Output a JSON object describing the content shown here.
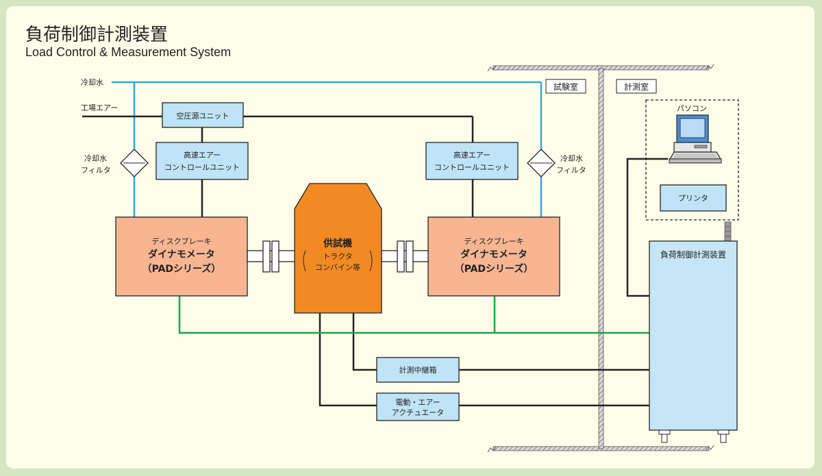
{
  "title": "負荷制御計測装置",
  "subtitle": "Load Control & Measurement System",
  "inputs": {
    "cooling_water": "冷却水",
    "factory_air": "工場エアー"
  },
  "rooms": {
    "test_room": "試験室",
    "measurement_room": "計測室"
  },
  "units": {
    "air_source": "空圧源ユニット",
    "hs_air_ctrl_left": [
      "高速エアー",
      "コントロールユニット"
    ],
    "hs_air_ctrl_right": [
      "高速エアー",
      "コントロールユニット"
    ],
    "filter_left": [
      "冷却水",
      "フィルタ"
    ],
    "filter_right": [
      "冷却水",
      "フィルタ"
    ],
    "dyno_left": [
      "ディスクブレーキ",
      "ダイナモメータ",
      "（PADシリーズ）"
    ],
    "dyno_right": [
      "ディスクブレーキ",
      "ダイナモメータ",
      "（PADシリーズ）"
    ],
    "test_machine": [
      "供試機",
      "トラクタ",
      "コンバイン等"
    ],
    "relay_box": "計測中継箱",
    "actuator": [
      "電動・エアー",
      "アクチュエータ"
    ],
    "pc": "パソコン",
    "printer": "プリンタ",
    "controller": "負荷制御計測装置"
  },
  "colors": {
    "water": "#29abe2",
    "signal": "#1ba34a",
    "line": "#222222",
    "unit_fill": "#bfe3f7",
    "dyno_fill": "#f7b592",
    "test_machine_fill": "#f28a24",
    "controller_fill": "#c6e5f7",
    "wall": "#9a9a9a"
  }
}
